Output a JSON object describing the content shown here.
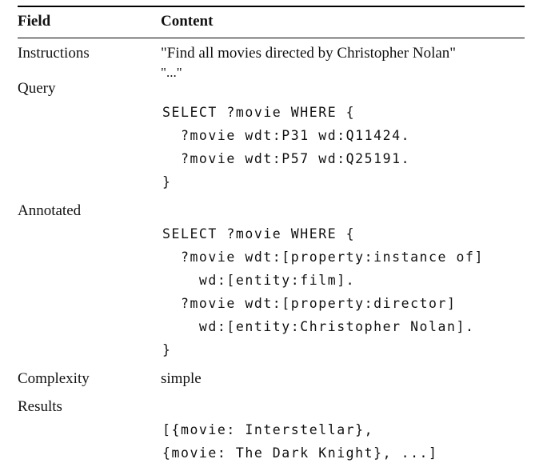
{
  "table": {
    "header": {
      "field": "Field",
      "content": "Content"
    },
    "rows": {
      "instructions": {
        "label": "Instructions",
        "lines": [
          "\"Find all movies directed by Christopher Nolan\"",
          "\"...\""
        ]
      },
      "query": {
        "label": "Query",
        "code": [
          "SELECT ?movie WHERE {",
          "  ?movie wdt:P31 wd:Q11424.",
          "  ?movie wdt:P57 wd:Q25191.",
          "}"
        ]
      },
      "annotated": {
        "label": "Annotated",
        "code": [
          "SELECT ?movie WHERE {",
          "  ?movie wdt:[property:instance of]",
          "    wd:[entity:film].",
          "  ?movie wdt:[property:director]",
          "    wd:[entity:Christopher Nolan].",
          "}"
        ]
      },
      "complexity": {
        "label": "Complexity",
        "value": "simple"
      },
      "results": {
        "label": "Results",
        "code": [
          "[{movie: Interstellar},",
          "{movie: The Dark Knight}, ...]"
        ]
      }
    }
  }
}
